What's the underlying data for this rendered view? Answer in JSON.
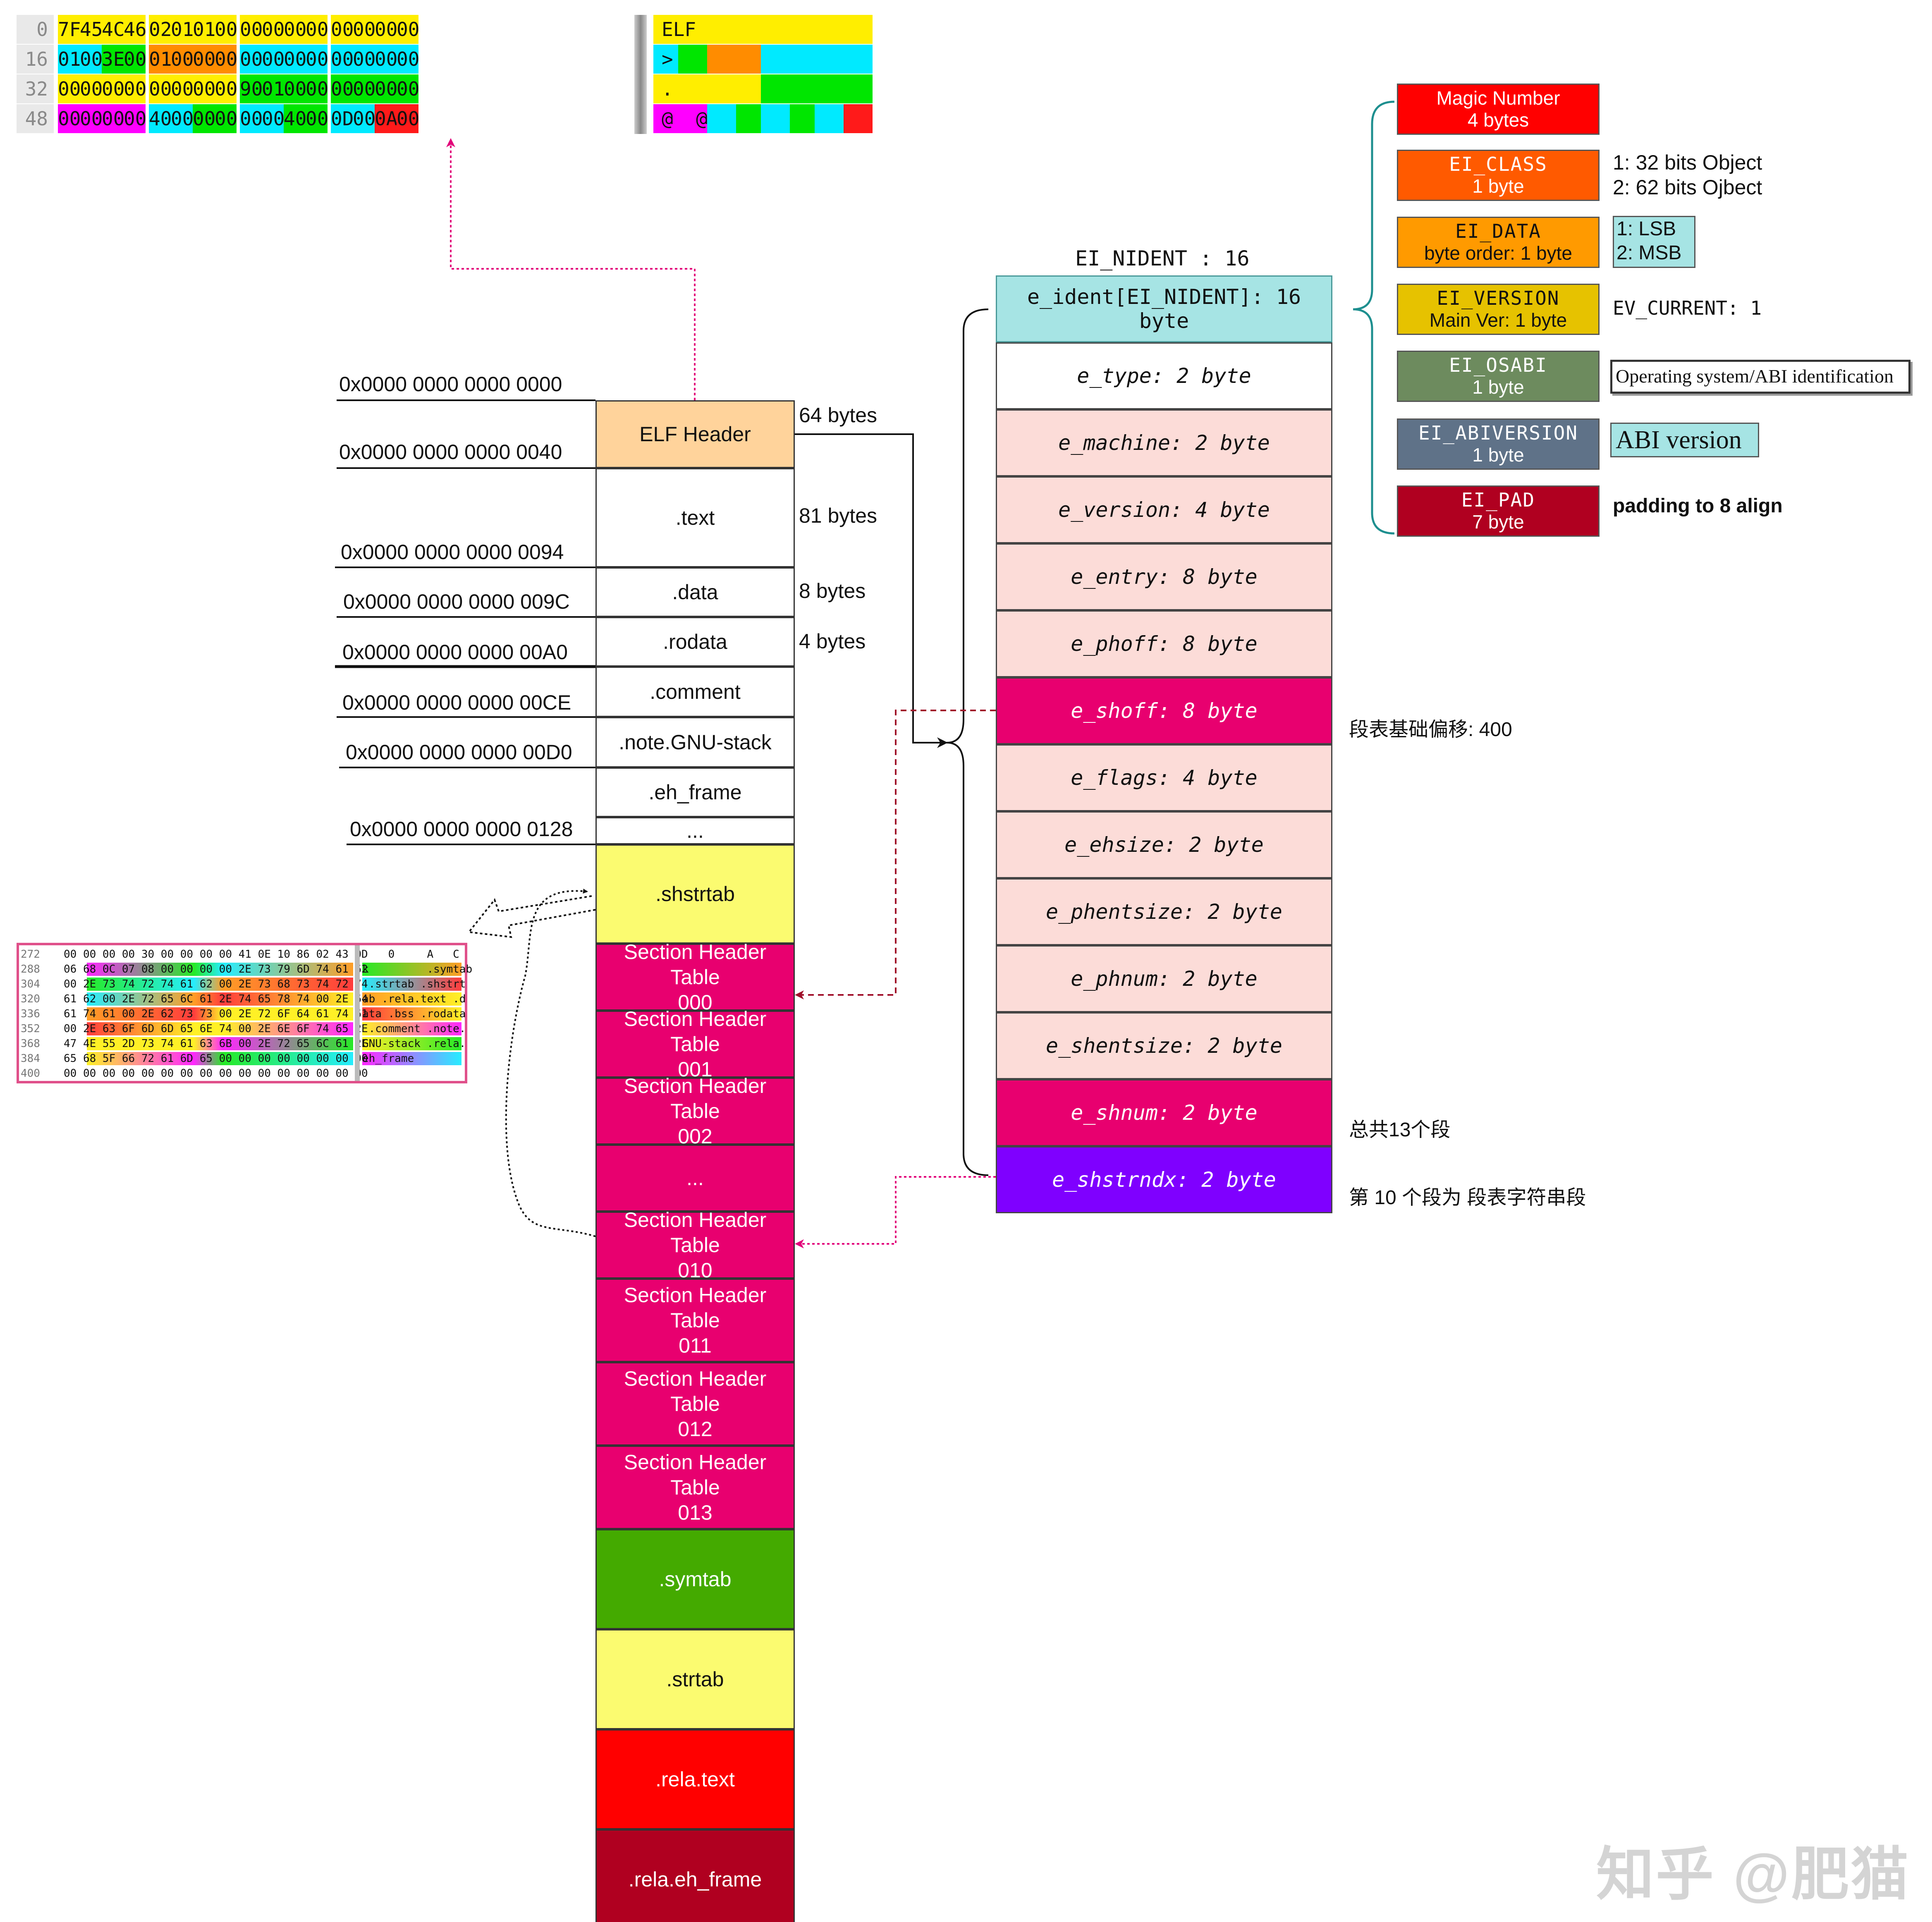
{
  "hex_top": {
    "offsets": [
      "0",
      "16",
      "32",
      "48"
    ],
    "rows": [
      [
        "7F",
        "45",
        "4C",
        "46",
        "02",
        "01",
        "01",
        "00",
        "00",
        "00",
        "00",
        "00",
        "00",
        "00",
        "00",
        "00"
      ],
      [
        "01",
        "00",
        "3E",
        "00",
        "01",
        "00",
        "00",
        "00",
        "00",
        "00",
        "00",
        "00",
        "00",
        "00",
        "00",
        "00"
      ],
      [
        "00",
        "00",
        "00",
        "00",
        "00",
        "00",
        "00",
        "00",
        "90",
        "01",
        "00",
        "00",
        "00",
        "00",
        "00",
        "00"
      ],
      [
        "00",
        "00",
        "00",
        "00",
        "40",
        "00",
        "00",
        "00",
        "00",
        "00",
        "40",
        "00",
        "0D",
        "00",
        "0A",
        "00"
      ]
    ],
    "ascii": [
      "ELF",
      ">",
      ".",
      "@  @"
    ],
    "colors": {
      "yellow": "#ffee00",
      "cyan": "#00eaff",
      "green": "#00e600",
      "orange": "#ff8c00",
      "magenta": "#ff00ff",
      "red": "#ff1a1a"
    }
  },
  "hex_small": {
    "rows": [
      {
        "off": "272",
        "hex": "00 00 00 00 30 00 00 00 00 41 0E 10 86 02 43 0D",
        "ascii": "    0     A   C "
      },
      {
        "off": "288",
        "hex": "06 68 0C 07 08 00 00 00 00 2E 73 79 6D 74 61 62",
        "ascii": "k         .symtab"
      },
      {
        "off": "304",
        "hex": "00 2E 73 74 72 74 61 62 00 2E 73 68 73 74 72 74",
        "ascii": " .strtab .shstrt"
      },
      {
        "off": "320",
        "hex": "61 62 00 2E 72 65 6C 61 2E 74 65 78 74 00 2E 64",
        "ascii": "ab .rela.text .d"
      },
      {
        "off": "336",
        "hex": "61 74 61 00 2E 62 73 73 00 2E 72 6F 64 61 74 61",
        "ascii": "ata .bss .rodata"
      },
      {
        "off": "352",
        "hex": "00 2E 63 6F 6D 6D 65 6E 74 00 2E 6E 6F 74 65 2E",
        "ascii": " .comment .note."
      },
      {
        "off": "368",
        "hex": "47 4E 55 2D 73 74 61 63 6B 00 2E 72 65 6C 61 2E",
        "ascii": "GNU-stack .rela."
      },
      {
        "off": "384",
        "hex": "65 68 5F 66 72 61 6D 65 00 00 00 00 00 00 00 00",
        "ascii": "eh_frame        "
      },
      {
        "off": "400",
        "hex": "00 00 00 00 00 00 00 00 00 00 00 00 00 00 00 00",
        "ascii": "                "
      }
    ]
  },
  "addresses": [
    "0x0000 0000 0000 0000",
    "0x0000 0000 0000 0040",
    "0x0000 0000 0000 0094",
    "0x0000 0000 0000 009C",
    "0x0000 0000 0000 00A0",
    "0x0000 0000 0000 00CE",
    "0x0000 0000 0000 00D0",
    "0x0000 0000 0000 0128"
  ],
  "sections": [
    {
      "label": "ELF Header",
      "color": "#ffd39b",
      "text_color": "#111111"
    },
    {
      "label": ".text",
      "color": "#ffffff",
      "text_color": "#111111"
    },
    {
      "label": ".data",
      "color": "#ffffff",
      "text_color": "#111111"
    },
    {
      "label": ".rodata",
      "color": "#ffffff",
      "text_color": "#111111"
    },
    {
      "label": ".comment",
      "color": "#ffffff",
      "text_color": "#111111"
    },
    {
      "label": ".note.GNU-stack",
      "color": "#ffffff",
      "text_color": "#111111"
    },
    {
      "label": ".eh_frame",
      "color": "#ffffff",
      "text_color": "#111111"
    },
    {
      "label": "...",
      "color": "#ffffff",
      "text_color": "#111111"
    },
    {
      "label": ".shstrtab",
      "color": "#fbfb70",
      "text_color": "#111111"
    },
    {
      "label": "Section Header Table\n000",
      "color": "#e8006f",
      "text_color": "#ffffff"
    },
    {
      "label": "Section Header Table\n001",
      "color": "#e8006f",
      "text_color": "#ffffff"
    },
    {
      "label": "Section Header Table\n002",
      "color": "#e8006f",
      "text_color": "#ffffff"
    },
    {
      "label": "...",
      "color": "#e8006f",
      "text_color": "#ffffff"
    },
    {
      "label": "Section Header Table\n010",
      "color": "#e8006f",
      "text_color": "#ffffff"
    },
    {
      "label": "Section Header Table\n011",
      "color": "#e8006f",
      "text_color": "#ffffff"
    },
    {
      "label": "Section Header Table\n012",
      "color": "#e8006f",
      "text_color": "#ffffff"
    },
    {
      "label": "Section Header Table\n013",
      "color": "#e8006f",
      "text_color": "#ffffff"
    },
    {
      "label": ".symtab",
      "color": "#44aa00",
      "text_color": "#ffffff"
    },
    {
      "label": ".strtab",
      "color": "#fbfb70",
      "text_color": "#111111"
    },
    {
      "label": ".rela.text",
      "color": "#ff0000",
      "text_color": "#ffffff"
    },
    {
      "label": ".rela.eh_frame",
      "color": "#b00020",
      "text_color": "#ffffff"
    }
  ],
  "sizes": [
    "64 bytes",
    "81 bytes",
    "8 bytes",
    "4 bytes"
  ],
  "ei_nident_title": "EI_NIDENT : 16",
  "fields": [
    {
      "label": "e_ident[EI_NIDENT]: 16 byte",
      "color": "#a6e4e4",
      "text_color": "#111111"
    },
    {
      "label": "e_type: 2 byte",
      "color": "#ffffff",
      "text_color": "#111111"
    },
    {
      "label": "e_machine: 2 byte",
      "color": "#fcdcd8",
      "text_color": "#111111"
    },
    {
      "label": "e_version: 4 byte",
      "color": "#fcdcd8",
      "text_color": "#111111"
    },
    {
      "label": "e_entry: 8 byte",
      "color": "#fcdcd8",
      "text_color": "#111111"
    },
    {
      "label": "e_phoff: 8 byte",
      "color": "#fcdcd8",
      "text_color": "#111111"
    },
    {
      "label": "e_shoff: 8 byte",
      "color": "#e8006f",
      "text_color": "#ffffff"
    },
    {
      "label": "e_flags: 4 byte",
      "color": "#fcdcd8",
      "text_color": "#111111"
    },
    {
      "label": "e_ehsize: 2 byte",
      "color": "#fcdcd8",
      "text_color": "#111111"
    },
    {
      "label": "e_phentsize: 2 byte",
      "color": "#fcdcd8",
      "text_color": "#111111"
    },
    {
      "label": "e_phnum: 2 byte",
      "color": "#fcdcd8",
      "text_color": "#111111"
    },
    {
      "label": "e_shentsize: 2 byte",
      "color": "#fcdcd8",
      "text_color": "#111111"
    },
    {
      "label": "e_shnum: 2 byte",
      "color": "#e8006f",
      "text_color": "#ffffff"
    },
    {
      "label": "e_shstrndx: 2 byte",
      "color": "#7f00ff",
      "text_color": "#ffffff"
    }
  ],
  "field_notes": {
    "e_shoff": "段表基础偏移: 400",
    "e_shnum": "总共13个段",
    "e_shstrndx": "第 10 个段为 段表字符串段"
  },
  "ident_boxes": [
    {
      "title": "Magic Number",
      "sub": "4 bytes",
      "color": "#ff0000",
      "mono_title": false
    },
    {
      "title": "EI_CLASS",
      "sub": "1 byte",
      "color": "#ff5a00",
      "mono_title": true
    },
    {
      "title": "EI_DATA",
      "sub": "byte order: 1 byte",
      "color": "#ff9a00",
      "mono_title": true,
      "text_color": "#111111"
    },
    {
      "title": "EI_VERSION",
      "sub": "Main Ver: 1 byte",
      "color": "#e6c200",
      "mono_title": true,
      "text_color": "#111111"
    },
    {
      "title": "EI_OSABI",
      "sub": "1 byte",
      "color": "#6d8b5e",
      "mono_title": true
    },
    {
      "title": "EI_ABIVERSION",
      "sub": "1 byte",
      "color": "#5f7288",
      "mono_title": true
    },
    {
      "title": "EI_PAD",
      "sub": "7 byte",
      "color": "#b00020",
      "mono_title": true
    }
  ],
  "ident_explanations": {
    "class_1": "1: 32 bits Object",
    "class_2": "2: 62 bits Ojbect",
    "data_1": "1: LSB",
    "data_2": "2: MSB",
    "version": "EV_CURRENT:  1",
    "osabi": "Operating system/ABI identification",
    "abiversion": "ABI version",
    "pad": "padding to 8 align"
  },
  "watermark": "知乎 @肥猫",
  "colors": {
    "arrow_pink": "#e2007a",
    "arrow_dark_red": "#a0102a",
    "teal_brace": "#1e8f8f",
    "hex_bg": "#ececec"
  }
}
